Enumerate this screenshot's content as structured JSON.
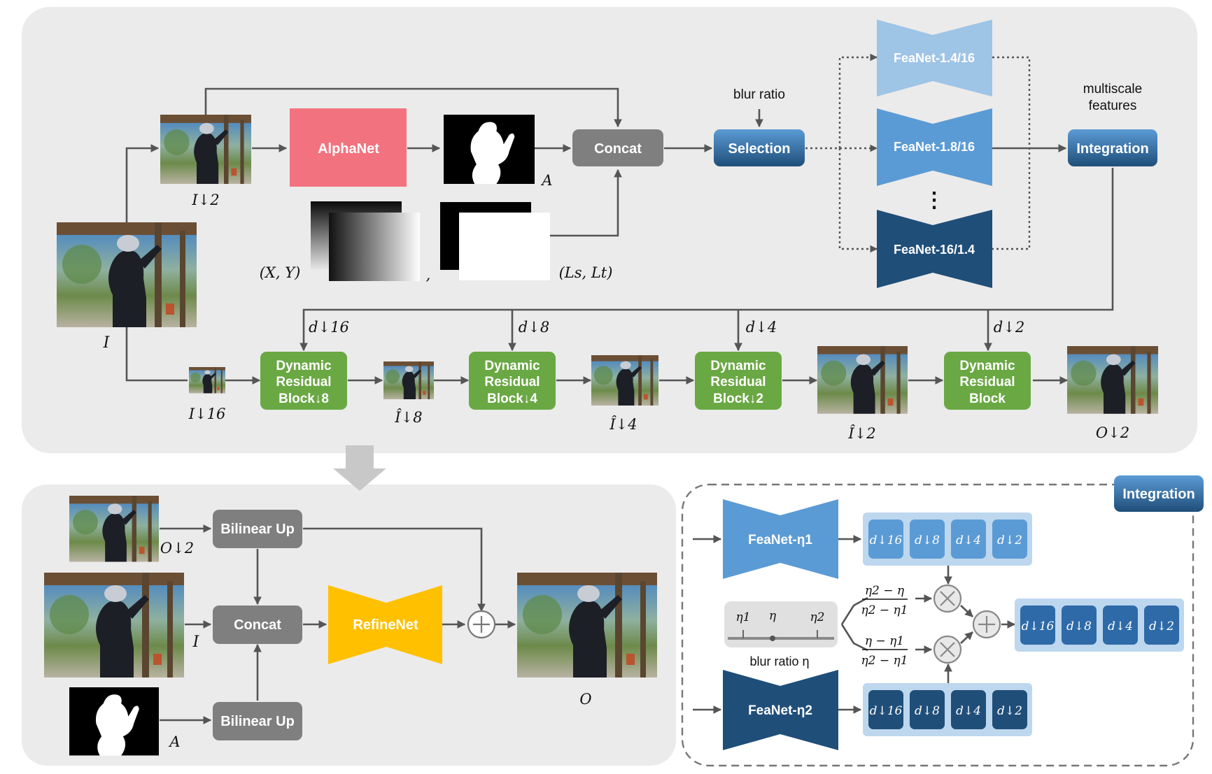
{
  "colors": {
    "panel": "#ebebeb",
    "gray_box": "#7f7f7f",
    "alphanet": "#f2737f",
    "refinenet": "#ffc000",
    "green_block": "#6aa843",
    "selection_blue": "#2e6aa8",
    "feanet_light": "#9ec4e6",
    "feanet_mid": "#5b9bd5",
    "feanet_dark": "#1f4e79",
    "arrow": "#555555"
  },
  "top": {
    "alphanet": "AlphaNet",
    "concat": "Concat",
    "selection": "Selection",
    "blur_ratio": "blur ratio",
    "multiscale": [
      "multiscale",
      "features"
    ],
    "integration": "Integration",
    "feanets": [
      "FeaNet-1.4/16",
      "FeaNet-1.8/16",
      "FeaNet-16/1.4"
    ],
    "vdots": "⋮",
    "labels": {
      "I_half": "I↓2",
      "A": "A",
      "I": "I",
      "XY": "(X, Y)",
      "comma": ",",
      "LsLt": "(Ls, Lt)",
      "I16": "I↓16",
      "I8hat": "Î↓8",
      "I4hat": "Î↓4",
      "I2hat": "Î↓2",
      "O2": "O↓2"
    },
    "d_labels": [
      "d↓16",
      "d↓8",
      "d↓4",
      "d↓2"
    ],
    "blocks": [
      [
        "Dynamic",
        "Residual",
        "Block↓8"
      ],
      [
        "Dynamic",
        "Residual",
        "Block↓4"
      ],
      [
        "Dynamic",
        "Residual",
        "Block↓2"
      ],
      [
        "Dynamic",
        "Residual",
        "Block"
      ]
    ]
  },
  "bottom_left": {
    "bilinear_up": "Bilinear Up",
    "concat": "Concat",
    "refinenet": "RefineNet",
    "labels": {
      "O2": "O↓2",
      "I": "I",
      "A": "A",
      "O": "O"
    }
  },
  "integration_detail": {
    "title": "Integration",
    "feanet_eta1": "FeaNet-η1",
    "feanet_eta2": "FeaNet-η2",
    "d_cells": [
      "d↓16",
      "d↓8",
      "d↓4",
      "d↓2"
    ],
    "slider_labels": [
      "η1",
      "η",
      "η2"
    ],
    "blur_ratio_eta": "blur ratio η",
    "frac1": {
      "num": "η2 − η",
      "den": "η2 − η1"
    },
    "frac2": {
      "num": "η − η1",
      "den": "η2 − η1"
    }
  }
}
